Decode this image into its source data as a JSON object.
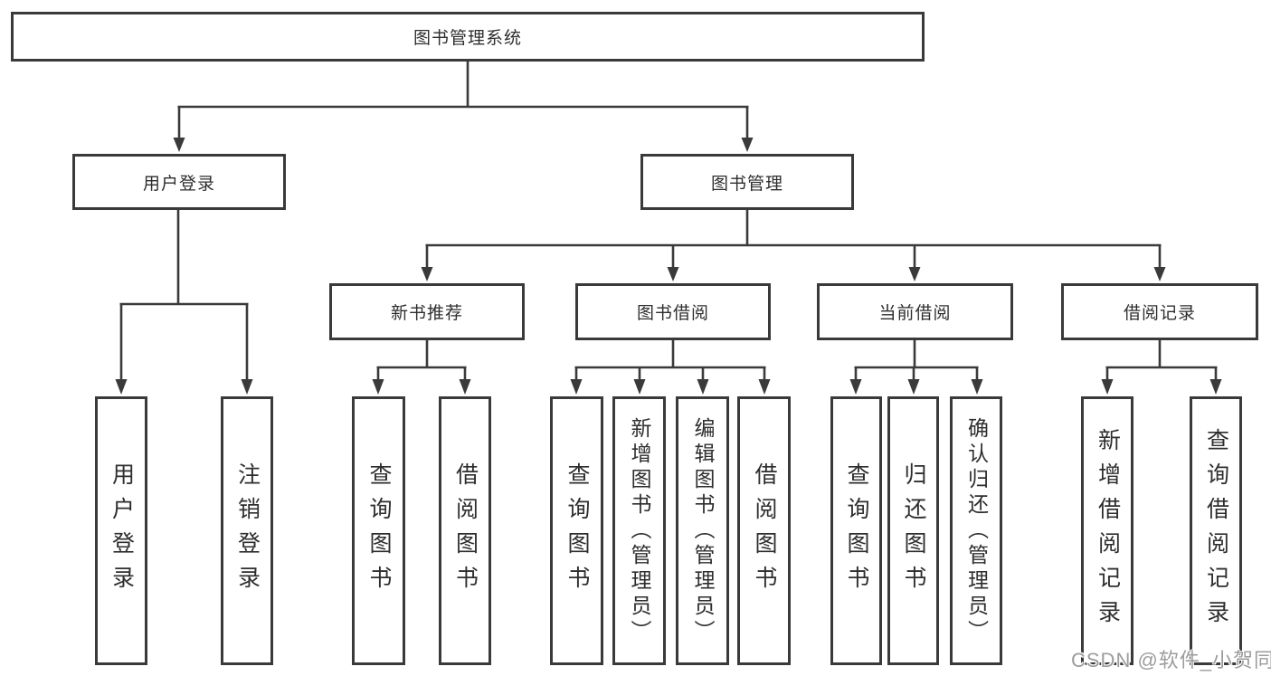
{
  "page": {
    "background": "#ffffff"
  },
  "colors": {
    "line": "#3a3a3a",
    "box_border": "#3a3a3a",
    "text": "#2e2e2e",
    "watermark": "#9c9c9c"
  },
  "watermark": {
    "text": "CSDN @软件_小贺同学"
  },
  "tree": {
    "label": "图书管理系统",
    "children": [
      {
        "label": "用户登录",
        "children": [
          {
            "label": "用户登录"
          },
          {
            "label": "注销登录"
          }
        ]
      },
      {
        "label": "图书管理",
        "children": [
          {
            "label": "新书推荐",
            "children": [
              {
                "label": "查询图书"
              },
              {
                "label": "借阅图书"
              }
            ]
          },
          {
            "label": "图书借阅",
            "children": [
              {
                "label": "查询图书"
              },
              {
                "label": "新增图书（管理员）"
              },
              {
                "label": "编辑图书（管理员）"
              },
              {
                "label": "借阅图书"
              }
            ]
          },
          {
            "label": "当前借阅",
            "children": [
              {
                "label": "查询图书"
              },
              {
                "label": "归还图书"
              },
              {
                "label": "确认归还（管理员）"
              }
            ]
          },
          {
            "label": "借阅记录",
            "children": [
              {
                "label": "新增借阅记录"
              },
              {
                "label": "查询借阅记录"
              }
            ]
          }
        ]
      }
    ]
  }
}
